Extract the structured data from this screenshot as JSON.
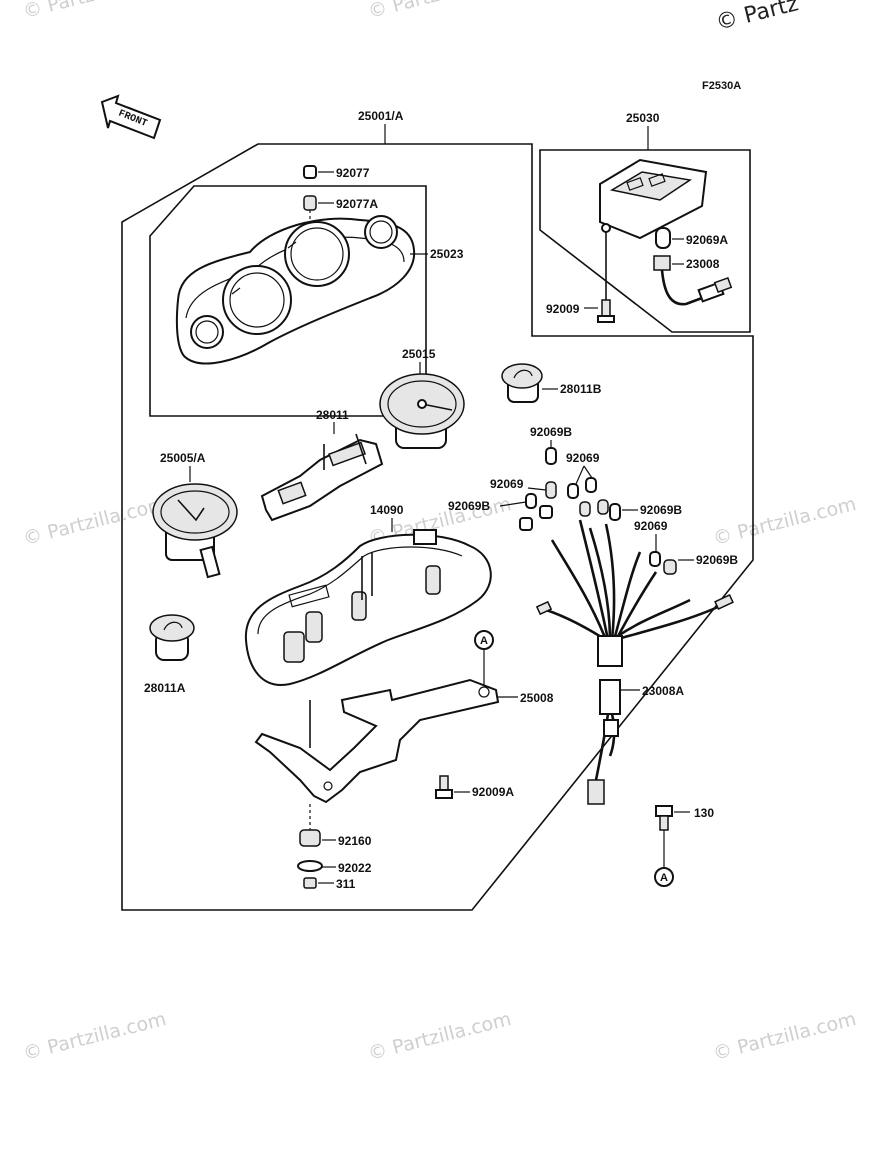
{
  "figure_code": "F2530A",
  "front_label": "FRONT",
  "watermark": "© Partzilla.com",
  "watermark_top_right": "© Partz",
  "callout_letter": "A",
  "parts": {
    "p25001A": "25001/A",
    "p25030": "25030",
    "p92077": "92077",
    "p92077A": "92077A",
    "p25023": "25023",
    "p92069A": "92069A",
    "p23008": "23008",
    "p92009": "92009",
    "p25015": "25015",
    "p28011B": "28011B",
    "p28011": "28011",
    "p92069B_top": "92069B",
    "p92069_a": "92069",
    "p92069_b": "92069",
    "p25005A": "25005/A",
    "p92069B_left": "92069B",
    "p92069B_right": "92069B",
    "p14090": "14090",
    "p92069_c": "92069",
    "p92069B_low": "92069B",
    "p28011A": "28011A",
    "p25008": "25008",
    "p23008A": "23008A",
    "p92009A": "92009A",
    "p130": "130",
    "p92160": "92160",
    "p92022": "92022",
    "p311": "311"
  }
}
